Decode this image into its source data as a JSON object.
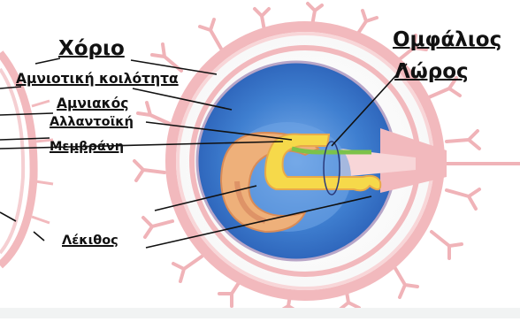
{
  "labels": {
    "chorion": "Χόριο",
    "amniotic_cavity": "Αμνιοτική κοιλότητα",
    "amnion": "Αμνιακός",
    "allantoic": "Αλλαντοϊκή",
    "membrane": "Μεμβράνη",
    "yolk": "Λέκιθος",
    "umbilical_1": "Ομφάλιος",
    "umbilical_2": "Λώρος"
  },
  "colors": {
    "chorion_pink": "#f2b9bd",
    "amniotic_blue": "#2f6ec4",
    "embryo_orange": "#e8a16a",
    "yolk_yellow": "#f6d94a",
    "allantois_green": "#7cc24a"
  }
}
